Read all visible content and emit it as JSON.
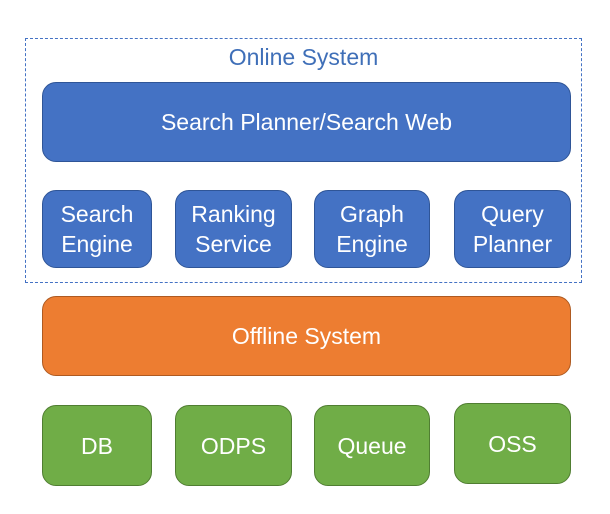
{
  "online_system": {
    "title": "Online System",
    "planner": "Search Planner/Search Web",
    "services": [
      "Search\nEngine",
      "Ranking\nService",
      "Graph\nEngine",
      "Query\nPlanner"
    ]
  },
  "offline_system": {
    "label": "Offline System"
  },
  "storage": [
    "DB",
    "ODPS",
    "Queue",
    "OSS"
  ],
  "colors": {
    "online": "#4472c4",
    "offline": "#ed7d31",
    "storage": "#70ad47"
  }
}
